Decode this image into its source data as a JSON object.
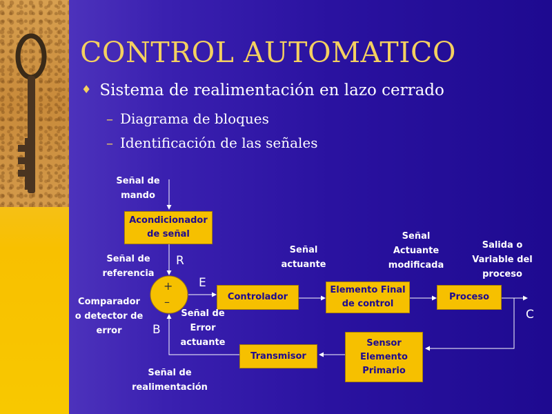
{
  "slide": {
    "title": "CONTROL AUTOMATICO",
    "bullet": "Sistema de realimentación en lazo cerrado",
    "subbullets": [
      "Diagrama de bloques",
      "Identificación de las señales"
    ]
  },
  "diagram": {
    "blocks": {
      "acondicionador": "Acondicionador de señal",
      "controlador": "Controlador",
      "elemento_final": "Elemento Final de control",
      "proceso": "Proceso",
      "sensor": "Sensor Elemento Primario",
      "transmisor": "Transmisor"
    },
    "comparator": {
      "plus": "+",
      "minus": "–"
    },
    "labels": {
      "senal_mando_1": "Señal de",
      "senal_mando_2": "mando",
      "senal_referencia_1": "Señal de",
      "senal_referencia_2": "referencia",
      "comparador_1": "Comparador",
      "comparador_2": "o detector de",
      "comparador_3": "error",
      "senal_error_1": "Señal de",
      "senal_error_2": "Error",
      "senal_error_3": "actuante",
      "senal_realim_1": "Señal de",
      "senal_realim_2": "realimentación",
      "senal_actuante_1": "Señal",
      "senal_actuante_2": "actuante",
      "senal_act_mod_1": "Señal",
      "senal_act_mod_2": "Actuante",
      "senal_act_mod_3": "modificada",
      "salida_1": "Salida o",
      "salida_2": "Variable del",
      "salida_3": "proceso"
    },
    "letters": {
      "R": "R",
      "E": "E",
      "B": "B",
      "C": "C"
    }
  },
  "colors": {
    "accent": "#f4d060",
    "box": "#f6c000",
    "background": "#2a12a0"
  }
}
